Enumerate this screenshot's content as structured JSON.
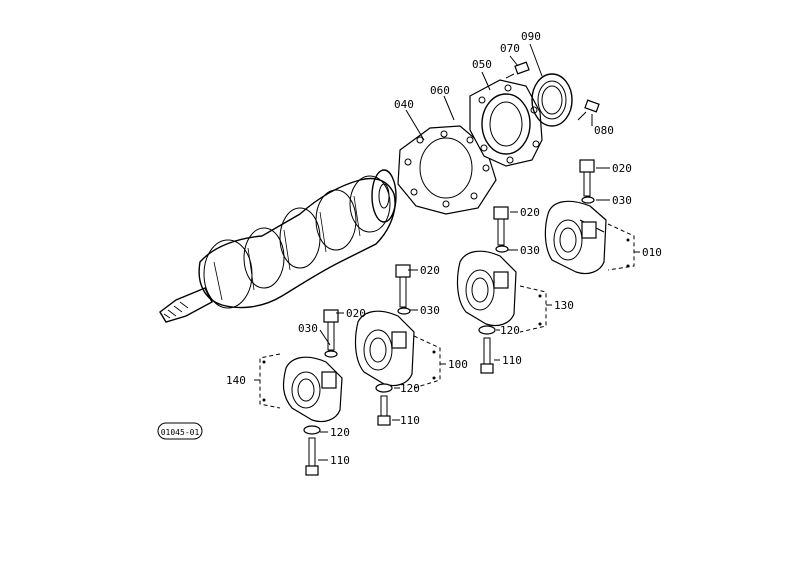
{
  "diagram": {
    "code": "01045-01",
    "parts": {
      "p010": "010",
      "p020": "020",
      "p030": "030",
      "p040": "040",
      "p050": "050",
      "p060": "060",
      "p070": "070",
      "p080": "080",
      "p090": "090",
      "p100": "100",
      "p110": "110",
      "p120": "120",
      "p130": "130",
      "p140": "140"
    }
  }
}
